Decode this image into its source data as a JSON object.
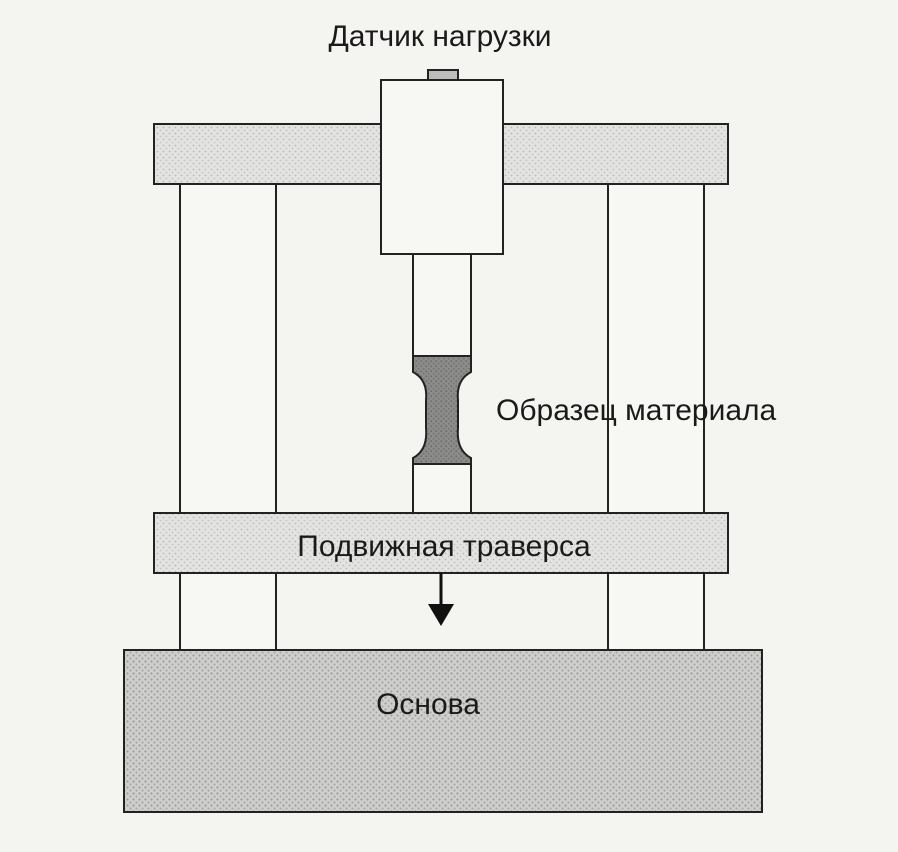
{
  "diagram": {
    "labels": {
      "load_sensor": "Датчик нагрузки",
      "specimen": "Образец материала",
      "crosshead": "Подвижная траверса",
      "base": "Основа"
    },
    "colors": {
      "background": "#f4f4f1",
      "outline": "#222222",
      "plate_fill": "#dcdcdc",
      "base_fill": "#c9c9c9",
      "specimen_fill": "#8a8a8a",
      "column_fill": "#f7f7f4"
    }
  }
}
